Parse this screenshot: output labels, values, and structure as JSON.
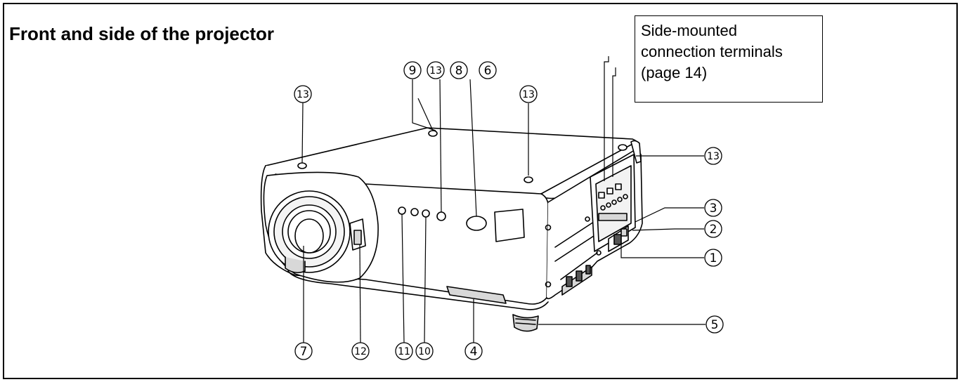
{
  "title": "Front and side of the projector",
  "callout": {
    "lines": [
      "Side-mounted",
      "connection terminals",
      "(page 14)"
    ]
  },
  "labels": {
    "n1": "1",
    "n2": "2",
    "n3": "3",
    "n4": "4",
    "n5": "5",
    "n6": "6",
    "n7": "7",
    "n8": "8",
    "n9": "9",
    "n10": "10",
    "n11": "11",
    "n12": "12",
    "n13": "13"
  },
  "colors": {
    "line": "#000000",
    "body_fill": "#ffffff",
    "shade": "#d8d8d8",
    "dark": "#555555"
  }
}
